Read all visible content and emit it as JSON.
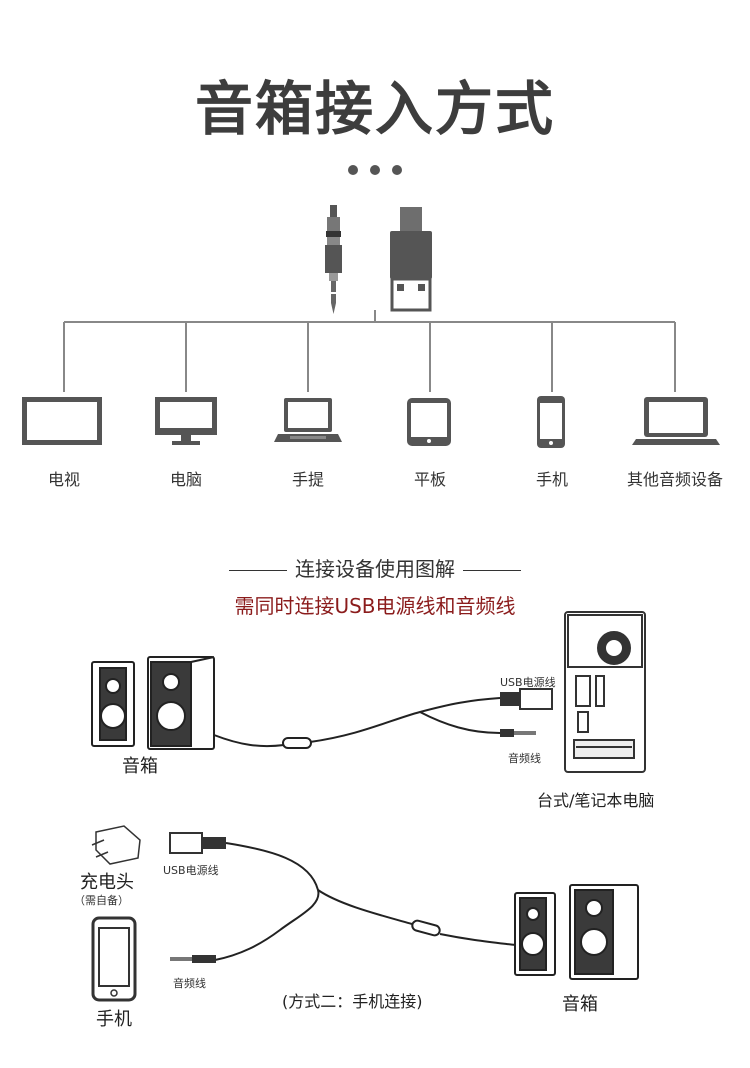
{
  "title": "音箱接入方式",
  "devices": [
    {
      "label": "电视",
      "icon": "tv-icon"
    },
    {
      "label": "电脑",
      "icon": "monitor-icon"
    },
    {
      "label": "手提",
      "icon": "laptop-icon"
    },
    {
      "label": "平板",
      "icon": "tablet-icon"
    },
    {
      "label": "手机",
      "icon": "phone-icon"
    },
    {
      "label": "其他音频设备",
      "icon": "laptop-icon"
    }
  ],
  "connectors": [
    "audio-jack-icon",
    "usb-plug-icon"
  ],
  "section_title": "连接设备使用图解",
  "note": "需同时连接USB电源线和音频线",
  "method1": {
    "speaker_label": "音箱",
    "usb_label": "USB电源线",
    "audio_label": "音频线",
    "computer_label": "台式/笔记本电脑"
  },
  "method2": {
    "charger_label": "充电头",
    "charger_note": "（需自备）",
    "phone_label": "手机",
    "usb_label": "USB电源线",
    "audio_label": "音频线",
    "method_label": "(方式二：手机连接)",
    "speaker_label": "音箱"
  },
  "colors": {
    "title": "#3d3d3d",
    "note": "#8b1c1c",
    "line": "#777777"
  }
}
